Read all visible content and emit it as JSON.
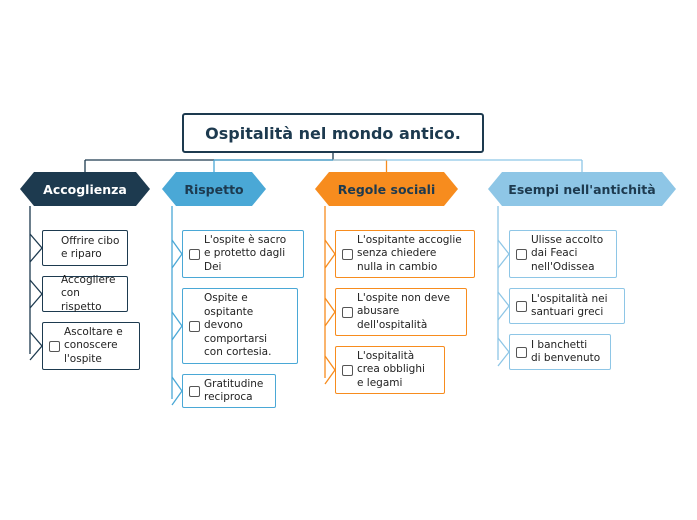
{
  "root": {
    "title": "Ospitalità nel mondo antico."
  },
  "colors": {
    "root": "#1d3a4f",
    "accoglienza": "#1d3a4f",
    "rispetto": "#4aa8d6",
    "regole": "#f78c1e",
    "esempi": "#8ec6e6"
  },
  "branches": [
    {
      "label": "Accoglienza",
      "items": [
        {
          "text": "Offrire cibo\ne riparo",
          "checkbox": false
        },
        {
          "text": "Accogliere\ncon rispetto",
          "checkbox": false
        },
        {
          "text": "Ascoltare e\nconoscere\nl'ospite",
          "checkbox": true
        }
      ]
    },
    {
      "label": "Rispetto",
      "items": [
        {
          "text": "L'ospite è sacro\ne protetto dagli\nDei",
          "checkbox": true
        },
        {
          "text": "Ospite e\nospitante\ndevono\ncomportarsi\ncon cortesia.",
          "checkbox": true
        },
        {
          "text": "Gratitudine\nreciproca",
          "checkbox": true
        }
      ]
    },
    {
      "label": "Regole sociali",
      "items": [
        {
          "text": "L'ospitante accoglie\nsenza chiedere\nnulla in cambio",
          "checkbox": true
        },
        {
          "text": "L'ospite non deve\nabusare\ndell'ospitalità",
          "checkbox": true
        },
        {
          "text": "L'ospitalità\ncrea obblighi\ne legami",
          "checkbox": true
        }
      ]
    },
    {
      "label": "Esempi nell'antichità",
      "items": [
        {
          "text": "Ulisse accolto\ndai Feaci\nnell'Odissea",
          "checkbox": true
        },
        {
          "text": "L'ospitalità nei\nsantuari greci",
          "checkbox": true
        },
        {
          "text": "I banchetti\ndi benvenuto",
          "checkbox": true
        }
      ]
    }
  ]
}
